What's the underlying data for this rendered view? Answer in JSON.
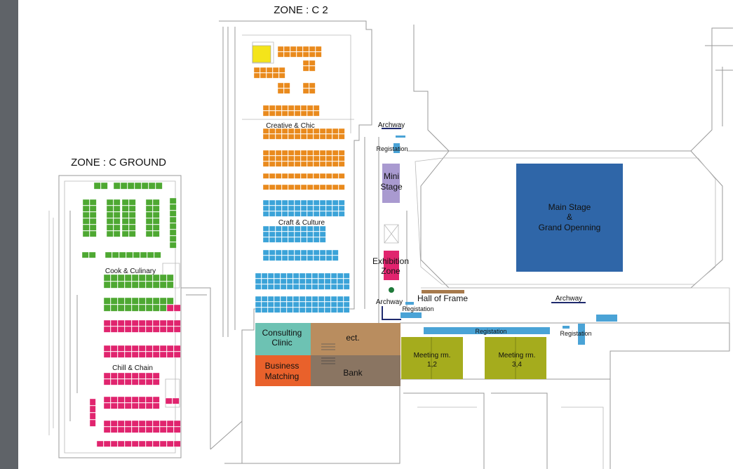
{
  "zones": {
    "c2_title": "ZONE : C 2",
    "ground_title": "ZONE : C GROUND"
  },
  "sections": {
    "creative": "Creative & Chic",
    "craft": "Craft & Culture",
    "cook": "Cook & Culinary",
    "chill": "Chill & Chain"
  },
  "areas": {
    "mini_stage_l1": "Mini",
    "mini_stage_l2": "Stage",
    "main_stage_l1": "Main Stage",
    "main_stage_l2": "&",
    "main_stage_l3": "Grand Openning",
    "exhibition_l1": "Exhibition",
    "exhibition_l2": "Zone",
    "hall_of_frame": "Hall of Frame",
    "consulting_l1": "Consulting",
    "consulting_l2": "Clinic",
    "business_l1": "Business",
    "business_l2": "Matching",
    "ect": "ect.",
    "bank": "Bank",
    "meeting1_l1": "Meeting rm.",
    "meeting1_l2": "1,2",
    "meeting2_l1": "Meeting rm.",
    "meeting2_l2": "3,4",
    "archway_top": "Archway",
    "archway_mid": "Archway",
    "archway_right": "Archway",
    "registation_top": "Registation",
    "registation_mid": "Registation",
    "registation_bottom": "Registation",
    "registation_right": "Registation"
  },
  "colors": {
    "orange": "#e98a1d",
    "blue": "#3ba3d8",
    "green": "#4ea832",
    "pink": "#e0246e",
    "main_stage": "#2f66a8",
    "mini_stage": "#a99ad0",
    "exhibition": "#e0246e",
    "consulting": "#6dc2b3",
    "business": "#e9612b",
    "ect": "#b98d5f",
    "bank": "#8a7562",
    "meeting": "#a5ac1d",
    "registration": "#4aa3d6",
    "archway": "#1f2a6e",
    "hall": "#a77a4c",
    "sidebar": "#5f6368"
  }
}
